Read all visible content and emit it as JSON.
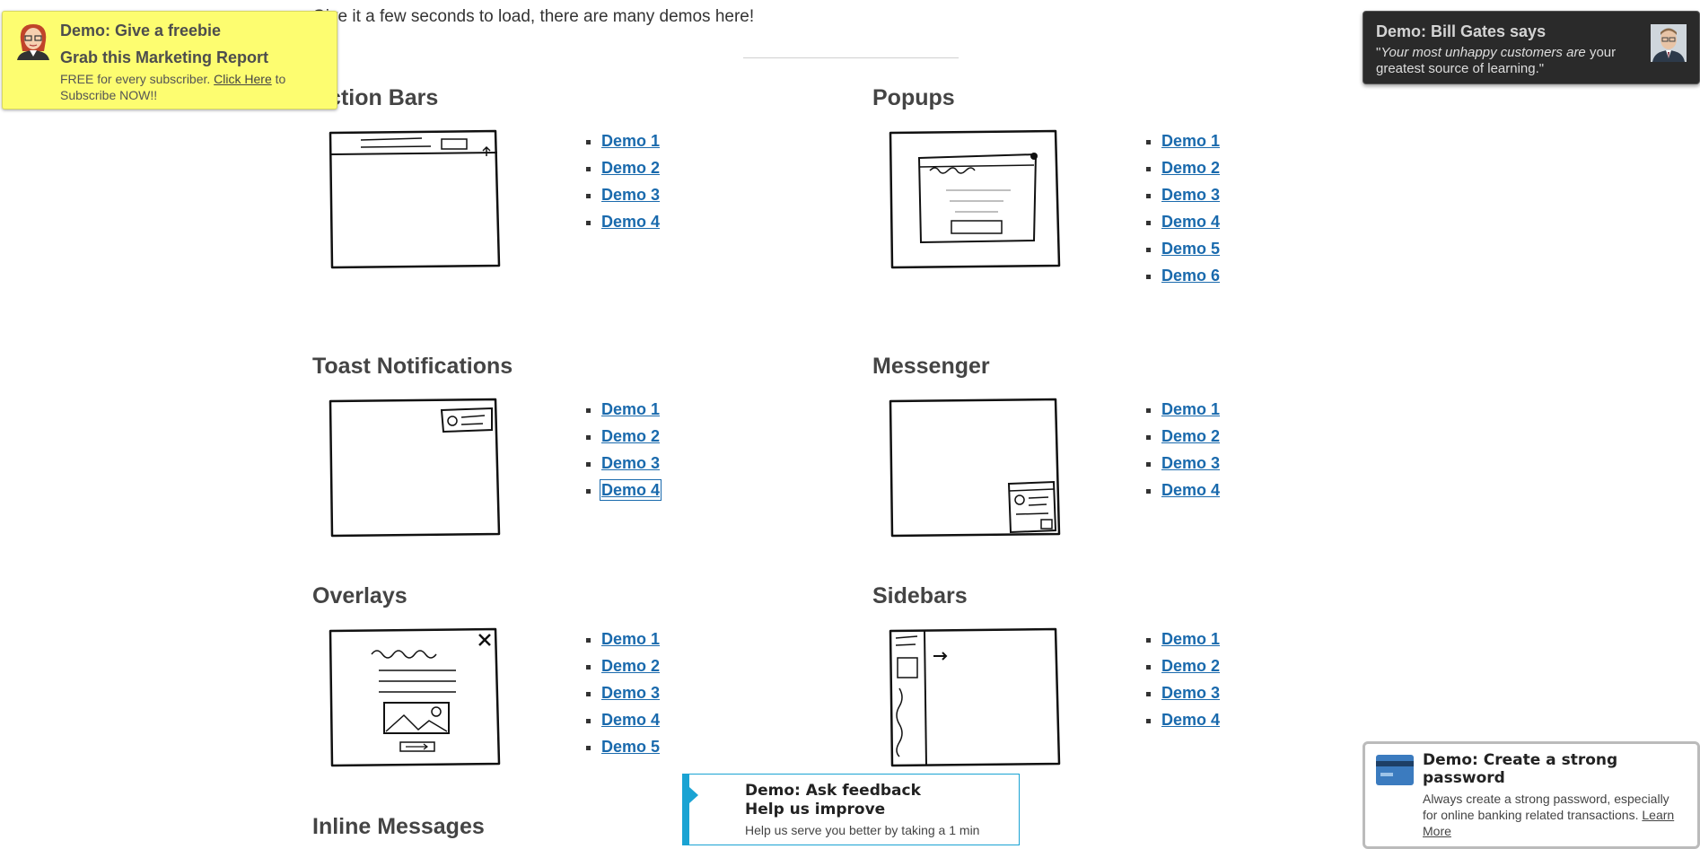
{
  "intro": "Give it a few seconds to load, there are many demos here!",
  "sections": [
    {
      "title": "Action Bars",
      "demos": [
        "Demo 1",
        "Demo 2",
        "Demo 3",
        "Demo 4"
      ]
    },
    {
      "title": "Popups",
      "demos": [
        "Demo 1",
        "Demo 2",
        "Demo 3",
        "Demo 4",
        "Demo 5",
        "Demo 6"
      ]
    },
    {
      "title": "Toast Notifications",
      "demos": [
        "Demo 1",
        "Demo 2",
        "Demo 3",
        "Demo 4"
      ]
    },
    {
      "title": "Messenger",
      "demos": [
        "Demo 1",
        "Demo 2",
        "Demo 3",
        "Demo 4"
      ]
    },
    {
      "title": "Overlays",
      "demos": [
        "Demo 1",
        "Demo 2",
        "Demo 3",
        "Demo 4",
        "Demo 5"
      ]
    },
    {
      "title": "Sidebars",
      "demos": [
        "Demo 1",
        "Demo 2",
        "Demo 3",
        "Demo 4"
      ]
    },
    {
      "title": "Inline Messages",
      "demos": []
    }
  ],
  "freebie": {
    "title": "Demo: Give a freebie",
    "subtitle": "Grab this Marketing Report",
    "text_before": "FREE for every subscriber. ",
    "link": "Click Here",
    "text_after": " to Subscribe NOW!!",
    "bg_color": "#fdfd70"
  },
  "quote": {
    "title": "Demo: Bill Gates says",
    "open_quote": "\"",
    "italic": "Your most unhappy customers are",
    "rest": " your greatest source of learning.\""
  },
  "feedback": {
    "title": "Demo: Ask feedback",
    "subtitle": "Help us improve",
    "text": "Help us serve you better by taking a 1 min",
    "accent": "#1aa3d3"
  },
  "password": {
    "title": "Demo: Create a strong password",
    "text": "Always create a strong password, especially for online banking related transactions. ",
    "link": "Learn More"
  }
}
